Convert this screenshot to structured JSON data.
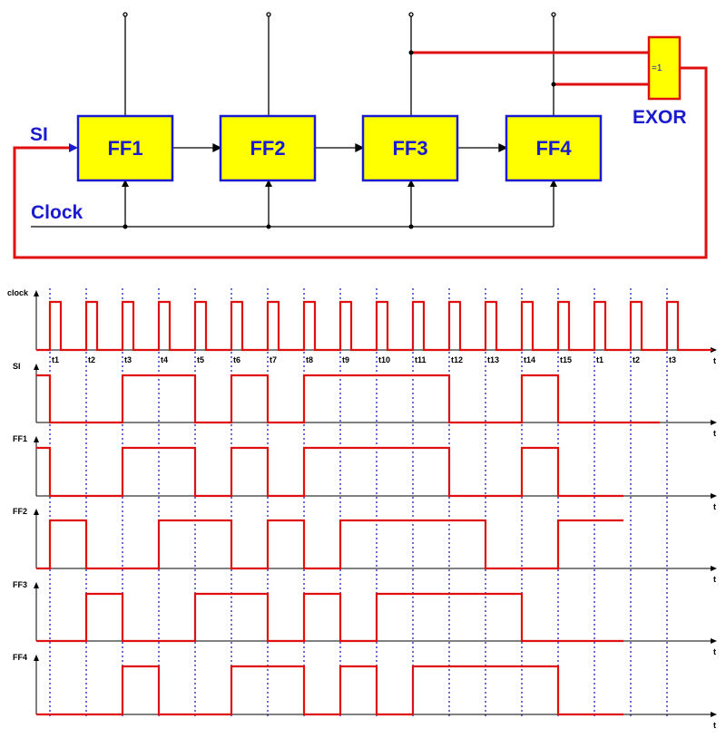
{
  "circuit": {
    "flipflops": [
      "FF1",
      "FF2",
      "FF3",
      "FF4"
    ],
    "input_label": "SI",
    "clock_label": "Clock",
    "gate_symbol": "=1",
    "gate_name": "EXOR"
  },
  "timing": {
    "axis_label": "t",
    "time_markers": [
      "t1",
      "t2",
      "t3",
      "t4",
      "t5",
      "t6",
      "t7",
      "t8",
      "t9",
      "t10",
      "t11",
      "t12",
      "t13",
      "t14",
      "t15",
      "t1",
      "t2",
      "t3"
    ],
    "signals": [
      {
        "name": "clock",
        "type": "clock",
        "periods": 18
      },
      {
        "name": "SI",
        "levels": [
          1,
          0,
          0,
          1,
          1,
          0,
          1,
          0,
          1,
          1,
          1,
          1,
          0,
          0,
          1,
          0,
          0
        ]
      },
      {
        "name": "FF1",
        "levels": [
          1,
          0,
          0,
          1,
          1,
          0,
          1,
          0,
          1,
          1,
          1,
          1,
          0,
          0,
          1,
          0
        ]
      },
      {
        "name": "FF2",
        "levels": [
          0,
          1,
          0,
          0,
          1,
          1,
          0,
          1,
          0,
          1,
          1,
          1,
          1,
          0,
          0,
          1
        ]
      },
      {
        "name": "FF3",
        "levels": [
          0,
          0,
          1,
          0,
          0,
          1,
          1,
          0,
          1,
          0,
          1,
          1,
          1,
          1,
          0,
          0
        ]
      },
      {
        "name": "FF4",
        "levels": [
          0,
          0,
          0,
          1,
          0,
          0,
          1,
          1,
          0,
          1,
          0,
          1,
          1,
          1,
          1,
          0
        ]
      }
    ]
  },
  "colors": {
    "wire_red": "#e01010",
    "box_fill": "#ffff00",
    "box_stroke": "#1a1ad0",
    "label_blue": "#1a1ad0",
    "grid_blue": "#2020c0"
  }
}
